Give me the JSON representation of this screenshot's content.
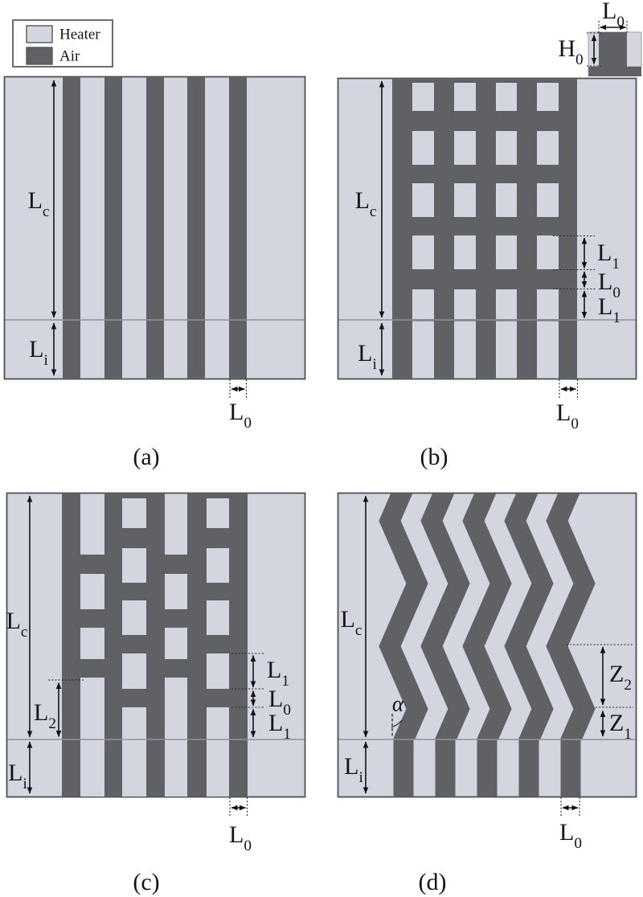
{
  "figure": {
    "colors": {
      "background": "#ffffff",
      "heater": "#d3d5df",
      "air": "#5f6165",
      "panel_border": "#4e5054",
      "divider_line": "#8f9196",
      "annotation": "#141414"
    },
    "legend": {
      "heater_label": "Heater",
      "air_label": "Air"
    },
    "inset": {
      "width_label": {
        "base": "L",
        "sub": "0"
      },
      "depth_label": {
        "base": "H",
        "sub": "0"
      }
    },
    "panels": {
      "a": {
        "caption": "(a)",
        "labels": {
          "Lc": {
            "base": "L",
            "sub": "c"
          },
          "Li": {
            "base": "L",
            "sub": "i"
          },
          "L0": {
            "base": "L",
            "sub": "0"
          }
        }
      },
      "b": {
        "caption": "(b)",
        "labels": {
          "Lc": {
            "base": "L",
            "sub": "c"
          },
          "Li": {
            "base": "L",
            "sub": "i"
          },
          "L1_top": {
            "base": "L",
            "sub": "1"
          },
          "L0_side": {
            "base": "L",
            "sub": "0"
          },
          "L1_bottom": {
            "base": "L",
            "sub": "1"
          },
          "L0": {
            "base": "L",
            "sub": "0"
          }
        }
      },
      "c": {
        "caption": "(c)",
        "labels": {
          "Lc": {
            "base": "L",
            "sub": "c"
          },
          "L2": {
            "base": "L",
            "sub": "2"
          },
          "Li": {
            "base": "L",
            "sub": "i"
          },
          "L1_top": {
            "base": "L",
            "sub": "1"
          },
          "L0_side": {
            "base": "L",
            "sub": "0"
          },
          "L1_bottom": {
            "base": "L",
            "sub": "1"
          },
          "L0": {
            "base": "L",
            "sub": "0"
          }
        }
      },
      "d": {
        "caption": "(d)",
        "labels": {
          "Lc": {
            "base": "L",
            "sub": "c"
          },
          "Li": {
            "base": "L",
            "sub": "i"
          },
          "alpha": "α",
          "Z2": {
            "base": "Z",
            "sub": "2"
          },
          "Z1": {
            "base": "Z",
            "sub": "1"
          },
          "L0": {
            "base": "L",
            "sub": "0"
          }
        }
      }
    }
  }
}
